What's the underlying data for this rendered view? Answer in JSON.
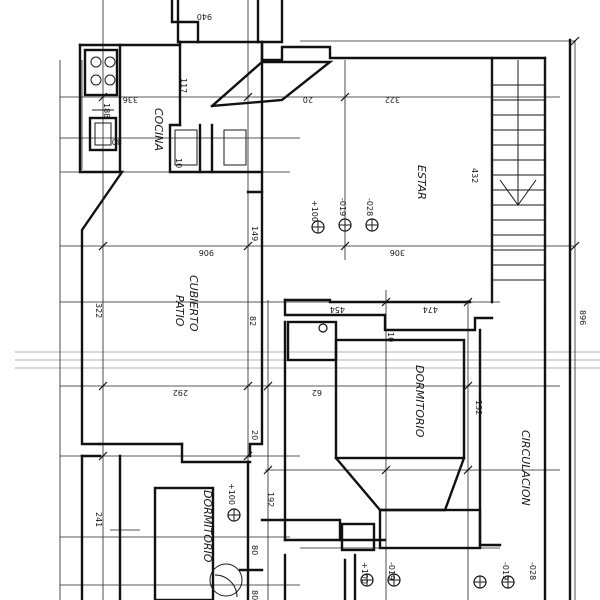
{
  "rooms": {
    "cocina": "COCINA",
    "estar": "ESTAR",
    "patio_1": "PATIO",
    "patio_2": "CUBIERTO",
    "dormitorio_center": "DORMITORIO",
    "dormitorio_left": "DORMITORIO",
    "circulacion": "CIRCULACION"
  },
  "dimensions": {
    "d_940": "940",
    "d_336": "336",
    "d_117": "117",
    "d_188": "188",
    "d_80_k": "80",
    "d_10_k": "10",
    "d_322_top": "322",
    "d_20_top": "20",
    "d_906_top": "906",
    "d_306": "306",
    "d_149": "149",
    "d_432": "432",
    "d_322_left": "322",
    "d_292": "292",
    "d_62": "62",
    "d_454": "454",
    "d_474": "474",
    "d_132": "132",
    "d_896": "896",
    "d_241": "241",
    "d_20_bot": "20",
    "d_10_mid": "10",
    "d_82": "82",
    "d_80_a": "80",
    "d_80_b": "80",
    "d_192": "192"
  },
  "levels": {
    "npt_estar_1": "+100",
    "npt_estar_2": "-019",
    "npt_estar_3": "-028",
    "npt_dorm": "+100",
    "npt_bot_1": "+100",
    "npt_bot_2": "-019",
    "npt_bot_3": "-019",
    "npt_bot_4": "-028"
  }
}
